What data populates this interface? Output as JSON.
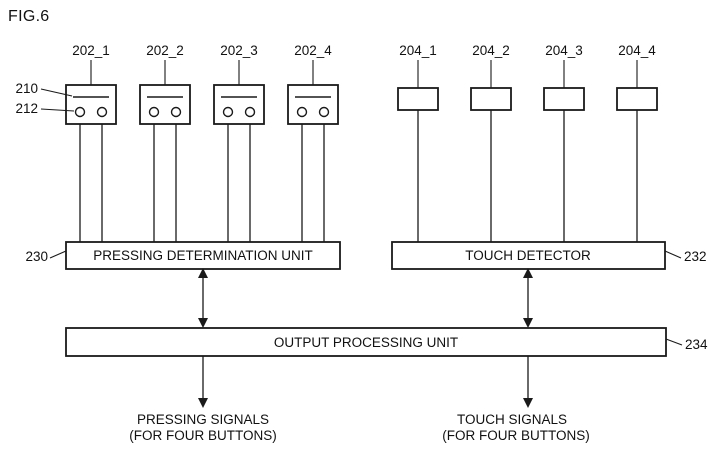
{
  "figure": {
    "title": "FIG.6",
    "switch_labels": [
      "202_1",
      "202_2",
      "202_3",
      "202_4"
    ],
    "switch_part_refs": {
      "bar": "210",
      "contact": "212"
    },
    "touch_labels": [
      "204_1",
      "204_2",
      "204_3",
      "204_4"
    ],
    "pressing_unit": {
      "label": "PRESSING DETERMINATION UNIT",
      "ref": "230"
    },
    "touch_detector": {
      "label": "TOUCH DETECTOR",
      "ref": "232"
    },
    "output_unit": {
      "label": "OUTPUT PROCESSING UNIT",
      "ref": "234"
    },
    "outputs": {
      "pressing": {
        "line1": "PRESSING SIGNALS",
        "line2": "(FOR FOUR BUTTONS)"
      },
      "touch": {
        "line1": "TOUCH SIGNALS",
        "line2": "(FOR FOUR BUTTONS)"
      }
    },
    "colors": {
      "line": "#1a1a1a",
      "background": "#ffffff"
    }
  }
}
